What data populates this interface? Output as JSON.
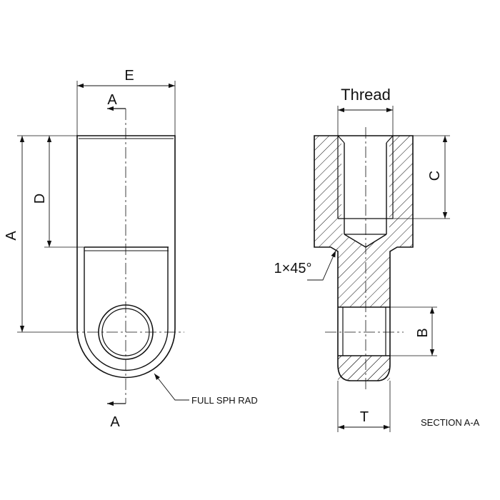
{
  "colors": {
    "line": "#111111",
    "background": "#ffffff"
  },
  "front_view": {
    "dim_A": "A",
    "dim_D": "D",
    "dim_E": "E",
    "section_mark_top": "A",
    "section_mark_bottom": "A",
    "note": "FULL SPH RAD"
  },
  "section_view": {
    "thread_label": "Thread",
    "dim_C": "C",
    "dim_B": "B",
    "dim_T": "T",
    "chamfer": "1×45°",
    "caption": "SECTION A-A"
  }
}
